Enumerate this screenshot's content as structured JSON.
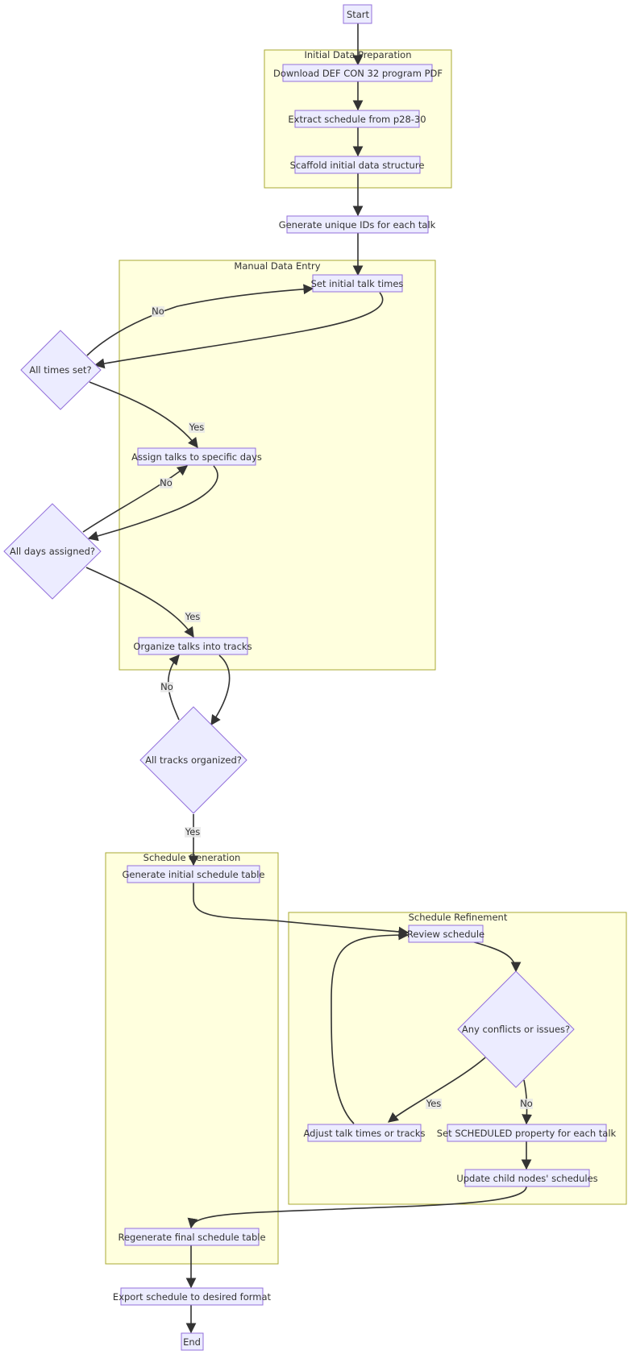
{
  "colors": {
    "cluster_fill": "#ffffde",
    "cluster_stroke": "#aaaa33",
    "node_fill": "#ececff",
    "node_stroke": "#9370db",
    "edge": "#333333"
  },
  "clusters": {
    "initial": "Initial Data Preparation",
    "manual": "Manual Data Entry",
    "generation": "Schedule Generation",
    "refinement": "Schedule Refinement"
  },
  "nodes": {
    "start": "Start",
    "download": "Download DEF CON 32 program PDF",
    "extract": "Extract schedule from p28-30",
    "scaffold": "Scaffold initial data structure",
    "generate_ids": "Generate unique IDs for each talk",
    "set_times": "Set initial talk times",
    "all_times": "All times set?",
    "assign_days": "Assign talks to specific days",
    "all_days": "All days assigned?",
    "organize": "Organize talks into tracks",
    "all_tracks": "All tracks organized?",
    "gen_table": "Generate initial schedule table",
    "review": "Review schedule",
    "conflicts": "Any conflicts or issues?",
    "adjust": "Adjust talk times or tracks",
    "set_scheduled": "Set SCHEDULED property for each talk",
    "update_children": "Update child nodes' schedules",
    "regenerate": "Regenerate final schedule table",
    "export": "Export schedule to desired format",
    "end": "End"
  },
  "edge_labels": {
    "times_no": "No",
    "times_yes": "Yes",
    "days_no": "No",
    "days_yes": "Yes",
    "tracks_no": "No",
    "tracks_yes": "Yes",
    "conflicts_yes": "Yes",
    "conflicts_no": "No"
  }
}
